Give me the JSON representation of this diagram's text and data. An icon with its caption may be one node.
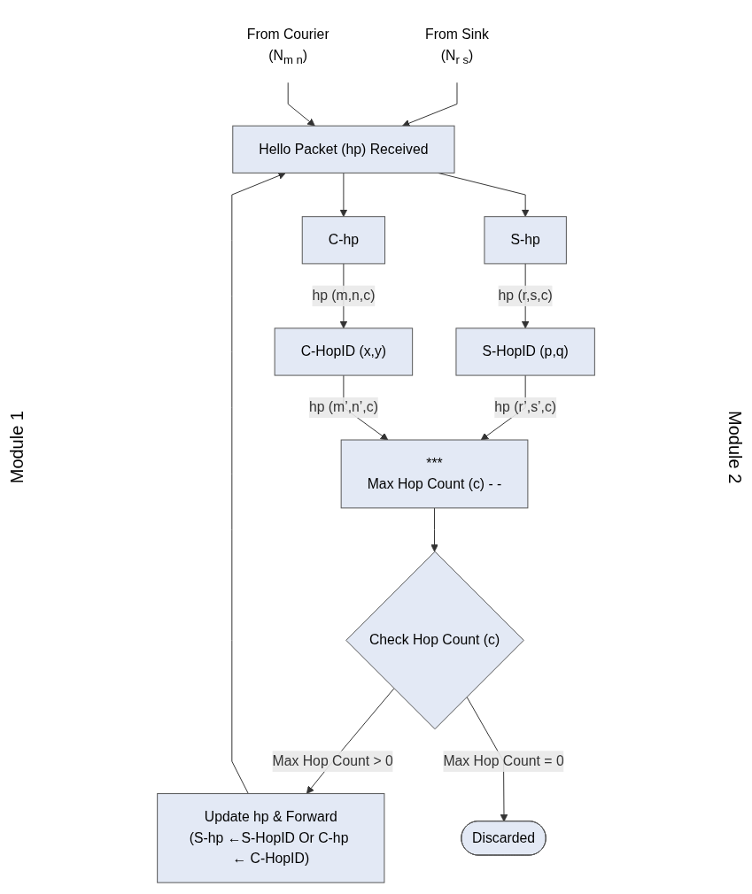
{
  "diagram": {
    "nodes": [
      {
        "text": [
          "From Sink",
          "(N$_{r s}$)"
        ]
      },
      {
        "text": [
          "From Courier",
          "(N$_{m n}$)"
        ]
      },
      {
        "text": [
          "Hello Packet (hp) Received"
        ]
      },
      {
        "text": [
          "S-hp"
        ]
      },
      {
        "text": [
          "C-hp"
        ]
      },
      {
        "text": [
          "S-HopID (p,q)"
        ]
      },
      {
        "text": [
          "C-HopID (x,y)"
        ]
      },
      {
        "text": [
          "***",
          "Max Hop Count (c) - -"
        ]
      },
      {
        "text": [
          "Check Hop Count (c)"
        ]
      },
      {
        "text": [
          "Update hp & Forward",
          "(S-hp ←S-HopID Or C-hp ← C-HopID)"
        ]
      },
      {
        "text": [
          "Discarded"
        ]
      }
    ],
    "edges": [
      {
        "from": 0,
        "to": 2,
        "arrow": "to"
      },
      {
        "from": 1,
        "to": 2,
        "arrow": "to"
      },
      {
        "from": 2,
        "to": 3,
        "arrow": "to"
      },
      {
        "from": 2,
        "to": 4,
        "arrow": "to"
      },
      {
        "from": 3,
        "to": 5,
        "label": "hp (r,s,c)",
        "arrow": "to"
      },
      {
        "from": 4,
        "to": 6,
        "label": "hp (m,n,c)",
        "arrow": "to"
      },
      {
        "from": 5,
        "to": 7,
        "label": "hp (r’,s’,c)",
        "arrow": "to"
      },
      {
        "from": 6,
        "to": 7,
        "label": "hp (m’,n’,c)",
        "arrow": "to"
      },
      {
        "from": 7,
        "to": 8,
        "arrow": "to"
      },
      {
        "from": 8,
        "to": 9,
        "label": "Max Hop Count > 0",
        "arrow": "to"
      },
      {
        "from": 8,
        "to": 10,
        "label": "Max Hop Count = 0",
        "arrow": "to"
      },
      {
        "from": 9,
        "to": 2,
        "arrow": "to"
      }
    ],
    "labels": [
      "Module 1",
      "Module 2"
    ]
  }
}
